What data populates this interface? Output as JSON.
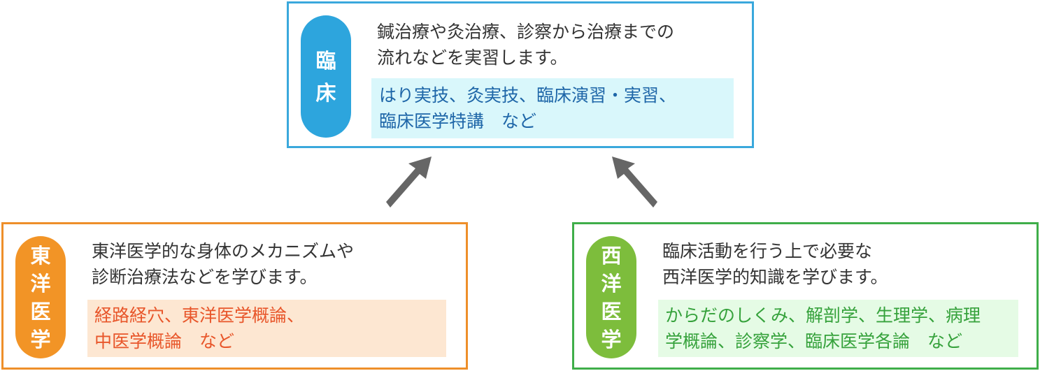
{
  "clinical": {
    "label_chars": [
      "臨",
      "床"
    ],
    "description": "鍼治療や灸治療、診察から治療までの\n流れなどを実習します。",
    "courses": "はり実技、灸実技、臨床演習・実習、\n臨床医学特講　など",
    "colors": {
      "border": "#3aa8dc",
      "pill": "#2da5dd",
      "highlight_bg": "#d9f7fb",
      "highlight_text": "#1e66a8"
    }
  },
  "eastern": {
    "label_chars": [
      "東",
      "洋",
      "医",
      "学"
    ],
    "description": "東洋医学的な身体のメカニズムや\n診断治療法などを学びます。",
    "courses": "経路経穴、東洋医学概論、\n中医学概論　など",
    "colors": {
      "border": "#ee8f2a",
      "pill": "#f29426",
      "highlight_bg": "#fde7d2",
      "highlight_text": "#e8562a"
    }
  },
  "western": {
    "label_chars": [
      "西",
      "洋",
      "医",
      "学"
    ],
    "description": "臨床活動を行う上で必要な\n西洋医学的知識を学びます。",
    "courses": "からだのしくみ、解剖学、生理学、病理\n学概論、診察学、臨床医学各論　など",
    "colors": {
      "border": "#3fae49",
      "pill": "#7dbd3c",
      "highlight_bg": "#e5fbe5",
      "highlight_text": "#36a23c"
    }
  },
  "arrows": {
    "color": "#666666",
    "from": [
      "eastern",
      "western"
    ],
    "to": "clinical"
  }
}
